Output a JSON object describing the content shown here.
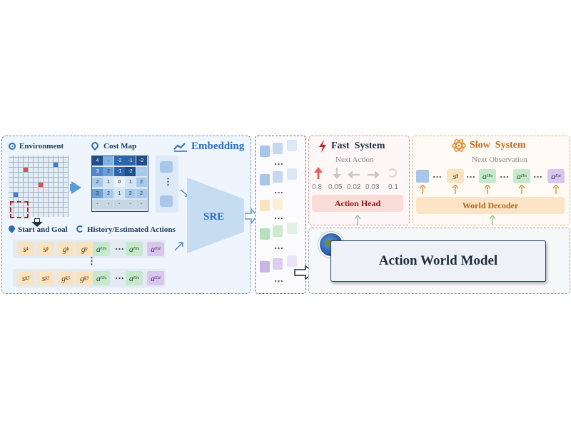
{
  "left_panel": {
    "environment_title": "Environment",
    "cost_map_title": "Cost Map",
    "embedding_title": "Embedding",
    "start_goal_title": "Start and Goal",
    "history_title": "History/Estimated Actions",
    "sre_label": "SRE",
    "cost_map_rows": [
      [
        "4",
        "-",
        "-2",
        "-1",
        "-2"
      ],
      [
        "3",
        "2",
        "-1",
        "-2",
        "-"
      ],
      [
        "2",
        "1",
        "0",
        "1",
        "2"
      ],
      [
        "3",
        "2",
        "1",
        "2",
        "2"
      ],
      [
        "-",
        "-",
        "-",
        "-",
        "-"
      ]
    ],
    "row1": {
      "s_x": "s",
      "s_x_sup": "x",
      "s_x_sub": "1",
      "s_y": "s",
      "s_y_sup": "y",
      "s_y_sub": "1",
      "g_x": "g",
      "g_x_sup": "x",
      "g_x_sub": "1",
      "g_y": "g",
      "g_y_sup": "y",
      "g_y_sub": "1",
      "a": "a",
      "his": "His",
      "est": "Est",
      "ellipsis": "···"
    },
    "row2": {
      "s_x": "s",
      "s_x_sup": "x",
      "s_x_sub": "13",
      "s_y": "s",
      "s_y_sup": "y",
      "s_y_sub": "13",
      "g_x": "g",
      "g_x_sup": "x",
      "g_x_sub": "13",
      "g_y": "g",
      "g_y_sup": "y",
      "g_y_sub": "13",
      "a": "a",
      "his": "His",
      "est": "Est",
      "ellipsis": "···"
    },
    "vertical_dots": "⋮"
  },
  "middle_column": {
    "dots": "···"
  },
  "fast_system": {
    "title": "Fast  System",
    "next_action_label": "Next Action",
    "probs": [
      "0.8",
      "0.05",
      "0.02",
      "0.03",
      "0.1"
    ],
    "head_label": "Action Head"
  },
  "slow_system": {
    "title": "Slow  System",
    "next_obs_label": "Next Observation",
    "token_s": "s",
    "token_s_sup": "x",
    "token_s_sub": "0",
    "token_a": "a",
    "token_his": "His",
    "token_est": "Est",
    "ellipsis": "···",
    "decoder_label": "World Decoder"
  },
  "world_model": {
    "label": "Action World Model"
  },
  "colors": {
    "fast_accent": "#c0282d",
    "slow_accent": "#e08a2b",
    "embedding_blue": "#2f6fb5",
    "panel_border": "#5a9ad6"
  }
}
